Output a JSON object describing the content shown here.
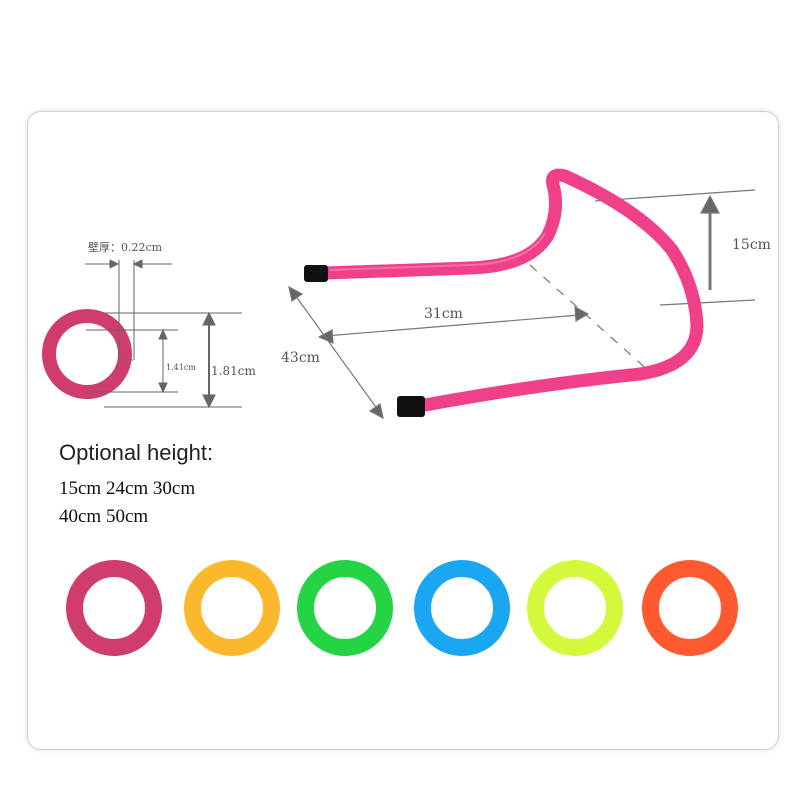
{
  "cross_section": {
    "wall_thickness_label": "壁厚：0.22cm",
    "inner_diameter_label": "1.41cm",
    "outer_diameter_label": "1.81cm"
  },
  "hurdle": {
    "height_label": "15cm",
    "width_label": "31cm",
    "depth_label": "43cm",
    "color": "#f0408a"
  },
  "options": {
    "title": "Optional height:",
    "line1": "15cm 24cm 30cm",
    "line2": "40cm 50cm"
  },
  "colors": [
    "#d03d6a",
    "#fbb82c",
    "#24d445",
    "#1ba6f2",
    "#d4f83c",
    "#ff5a2f"
  ]
}
